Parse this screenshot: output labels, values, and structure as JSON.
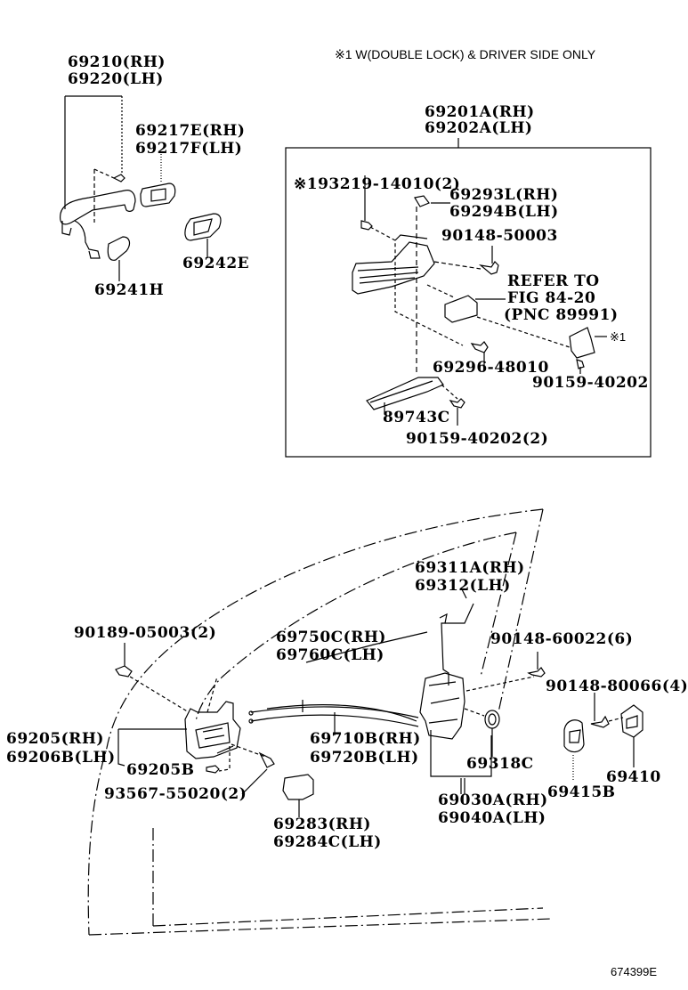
{
  "note": "※1  W(DOUBLE LOCK) & DRIVER SIDE ONLY",
  "figure_ref": "674399E",
  "parts": {
    "outside_handle": {
      "rh": "69210(RH)",
      "lh": "69220(LH)"
    },
    "handle_cover": {
      "rh": "69217E(RH)",
      "lh": "69217F(LH)"
    },
    "pad_69241h": "69241H",
    "pad_69242e": "69242E",
    "control_assy": {
      "rh": "69201A(RH)",
      "lh": "69202A(LH)"
    },
    "screw_93219": "※193219-14010(2)",
    "cover_69293": {
      "rh": "69293L(RH)",
      "lh": "69294B(LH)"
    },
    "bolt_90148_50003": "90148-50003",
    "refer": {
      "line1": "REFER TO",
      "line2": "FIG 84-20",
      "line3": "(PNC 89991)"
    },
    "mark_1a": "※1",
    "screw_69296": "69296-48010",
    "bolt_90159_single": "90159-40202",
    "bracket_89743c": "89743C",
    "bolt_90159_double": "90159-40202(2)",
    "rod_69311": {
      "rh": "69311A(RH)",
      "lh": "69312(LH)"
    },
    "clip_90189": "90189-05003(2)",
    "cable_69750": {
      "rh": "69750C(RH)",
      "lh": "69760C(LH)"
    },
    "screw_90148_60022": "90148-60022(6)",
    "screw_90148_80066": "90148-80066(4)",
    "inside_handle": {
      "rh": "69205(RH)",
      "lh": "69206B(LH)"
    },
    "cable_69710": {
      "rh": "69710B(RH)",
      "lh": "69720B(LH)"
    },
    "grommet_69318c": "69318C",
    "plug_69205b": "69205B",
    "screw_93567": "93567-55020(2)",
    "lock_assy": {
      "rh": "69030A(RH)",
      "lh": "69040A(LH)"
    },
    "pad_69415b": "69415B",
    "striker_69410": "69410",
    "bezel_69283": {
      "rh": "69283(RH)",
      "lh": "69284C(LH)"
    }
  }
}
